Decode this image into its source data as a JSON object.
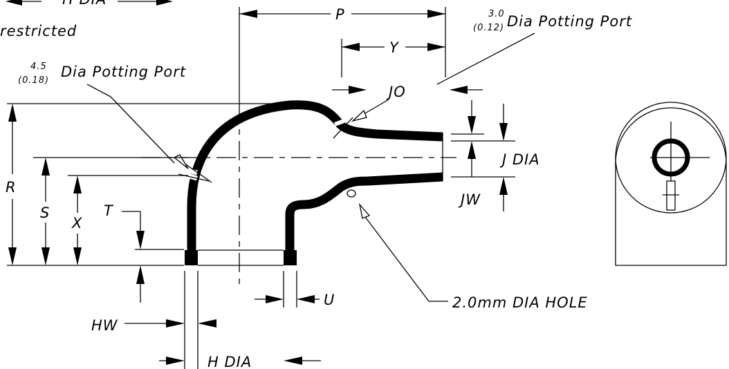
{
  "labels": {
    "h_dia_top": "H DIA",
    "restricted": "restricted",
    "p": "P",
    "y": "Y",
    "jo": "JO",
    "j_dia": "J DIA",
    "jw": "JW",
    "r": "R",
    "s": "S",
    "x": "X",
    "t": "T",
    "u": "U",
    "hw": "HW",
    "h_dia": "H DIA",
    "hole": "2.0mm DIA HOLE"
  },
  "potting_ports": [
    {
      "metric": "4.5",
      "imperial": "(0.18)",
      "label": "Dia Potting Port"
    },
    {
      "metric": "3.0",
      "imperial": "(0.12)",
      "label": "Dia Potting Port"
    }
  ],
  "colors": {
    "ink": "#000000",
    "paper": "#ffffff"
  }
}
